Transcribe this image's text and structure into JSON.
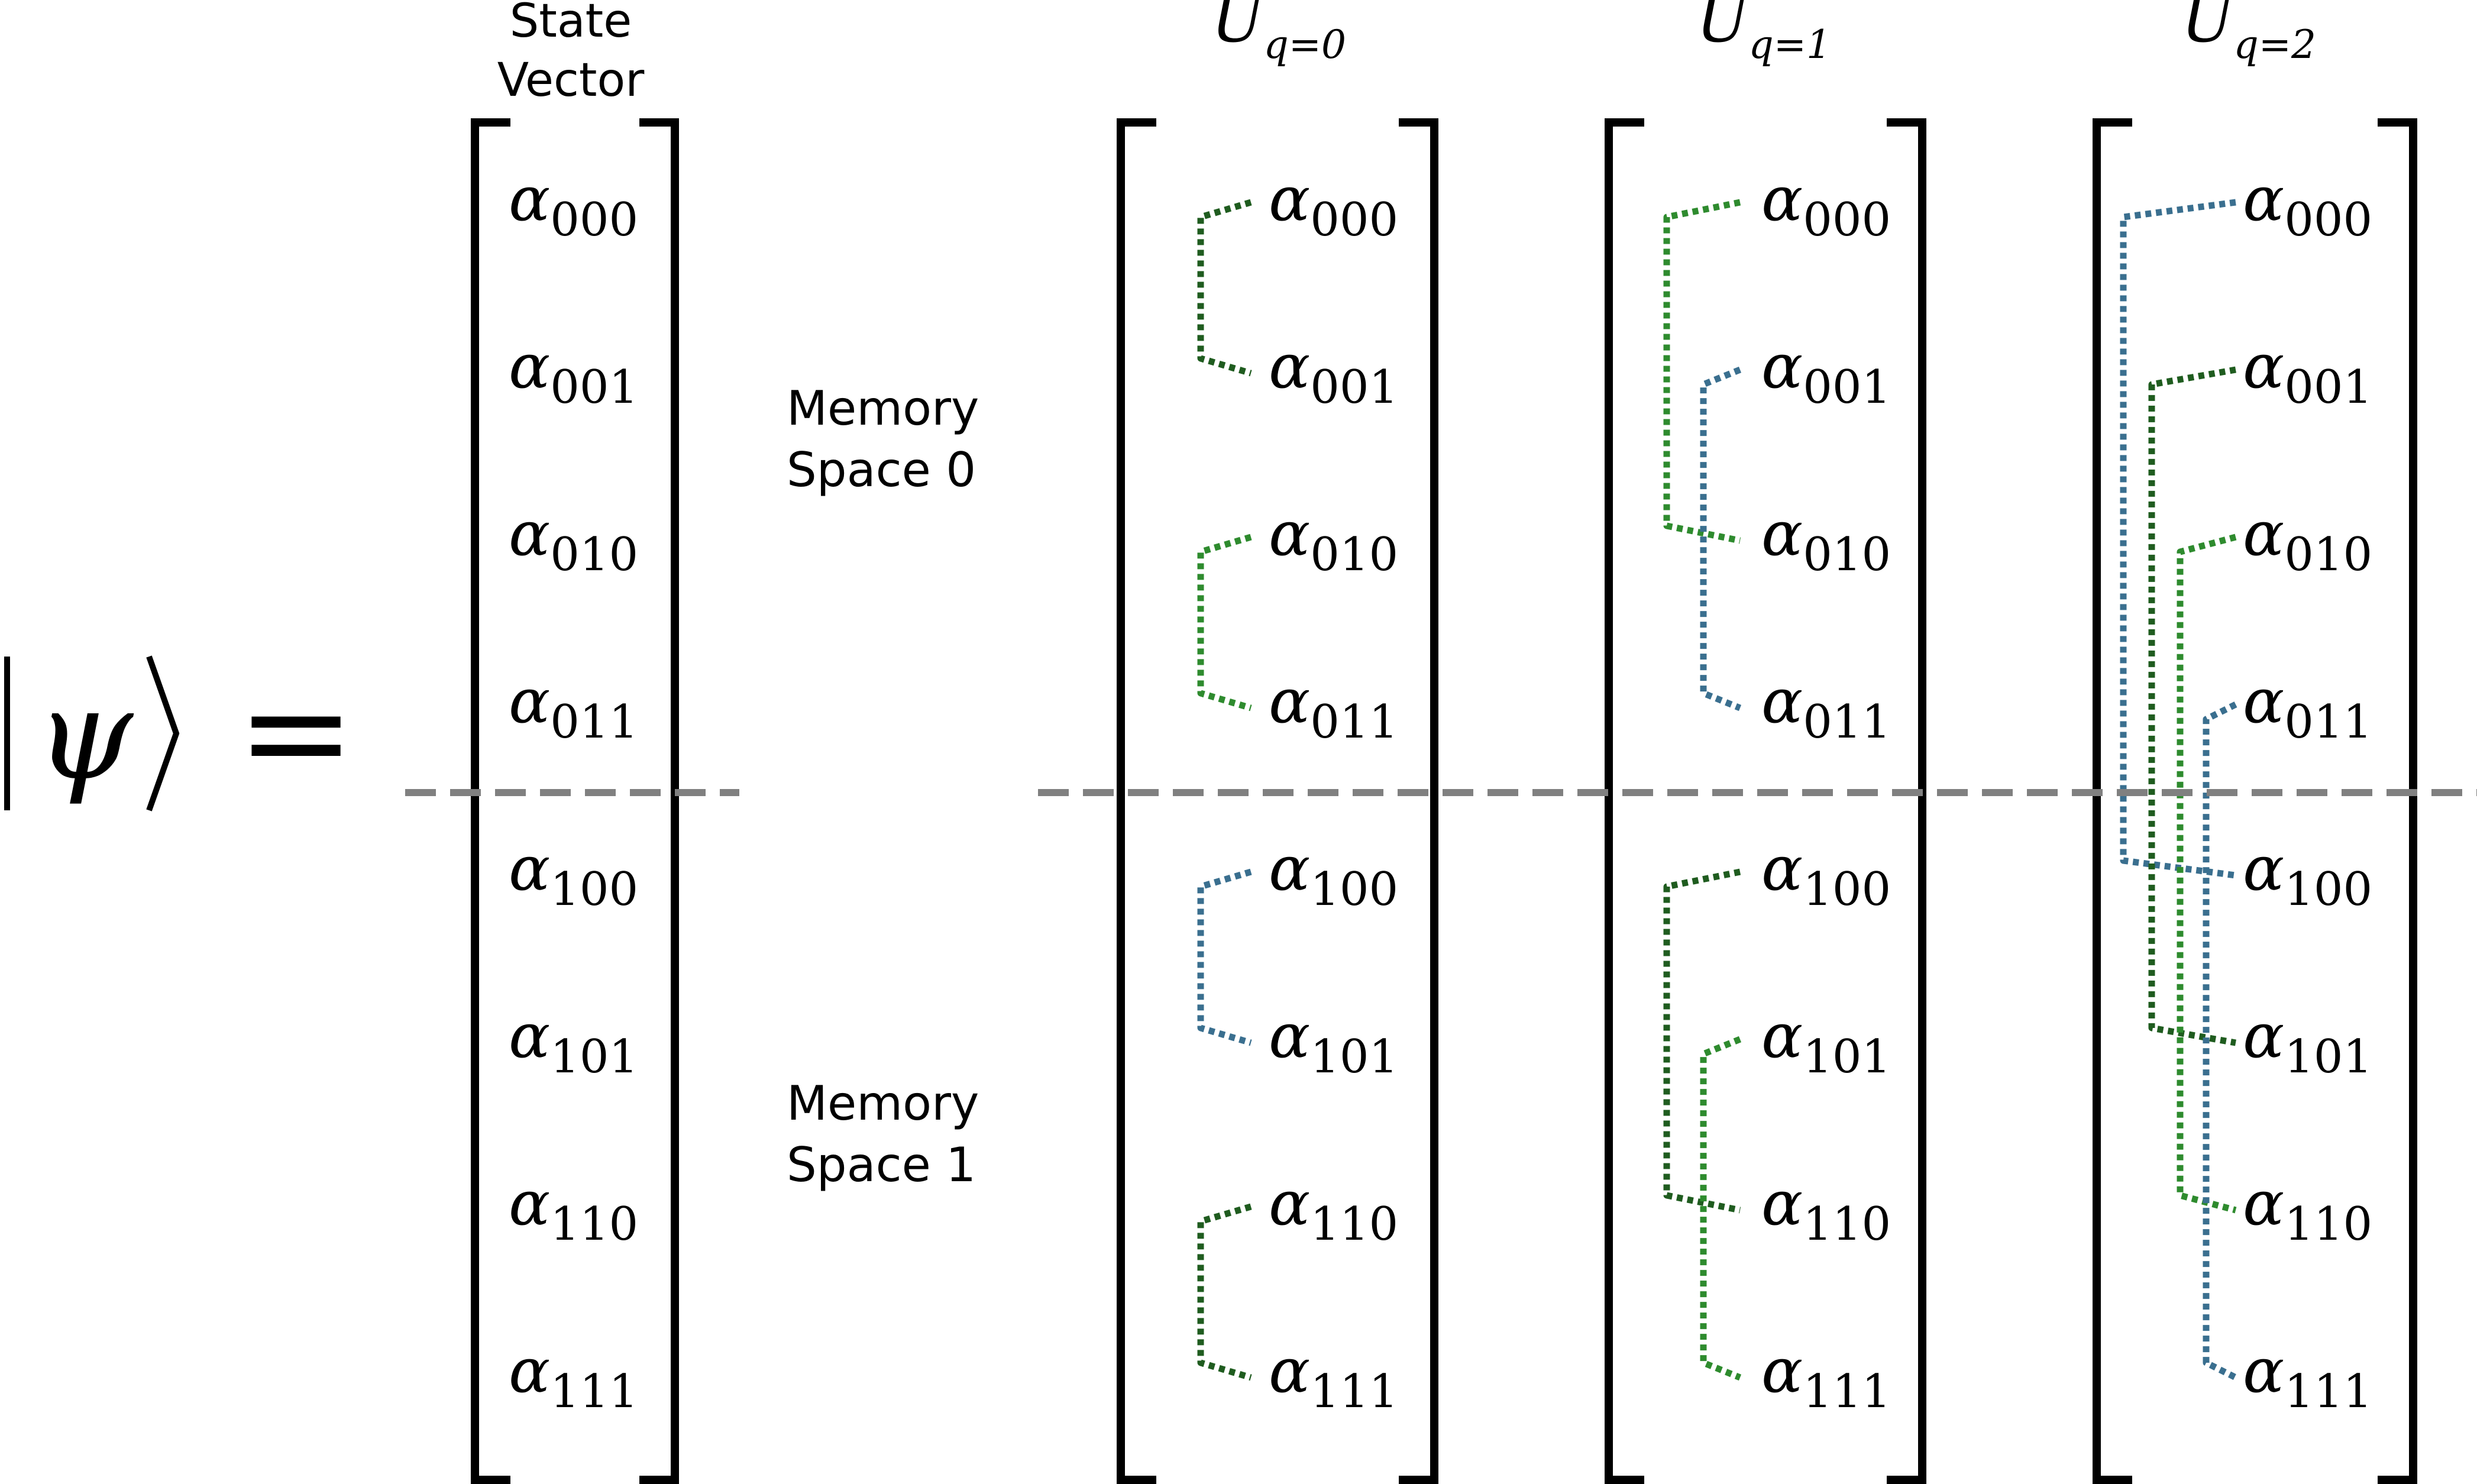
{
  "lhs": {
    "psi": "ψ",
    "equals": "="
  },
  "state_vector": {
    "header_line1": "State",
    "header_line2": "Vector",
    "entries": [
      "000",
      "001",
      "010",
      "011",
      "100",
      "101",
      "110",
      "111"
    ],
    "symbol": "α"
  },
  "memory_spaces": [
    {
      "line1": "Memory",
      "line2": "Space 0"
    },
    {
      "line1": "Memory",
      "line2": "Space 1"
    }
  ],
  "operators": [
    {
      "base": "U",
      "sub": "q=0",
      "pairs": [
        [
          0,
          1
        ],
        [
          2,
          3
        ],
        [
          4,
          5
        ],
        [
          6,
          7
        ]
      ]
    },
    {
      "base": "U",
      "sub": "q=1",
      "pairs": [
        [
          0,
          2
        ],
        [
          1,
          3
        ],
        [
          4,
          6
        ],
        [
          5,
          7
        ]
      ]
    },
    {
      "base": "U",
      "sub": "q=2",
      "pairs": [
        [
          0,
          4
        ],
        [
          1,
          5
        ],
        [
          2,
          6
        ],
        [
          3,
          7
        ]
      ]
    }
  ],
  "colors": {
    "bracket": "#000000",
    "divider": "#808080",
    "link_dark": "#1f5c1f",
    "link_green": "#2e8b2e",
    "link_blue": "#3a6f8f"
  }
}
